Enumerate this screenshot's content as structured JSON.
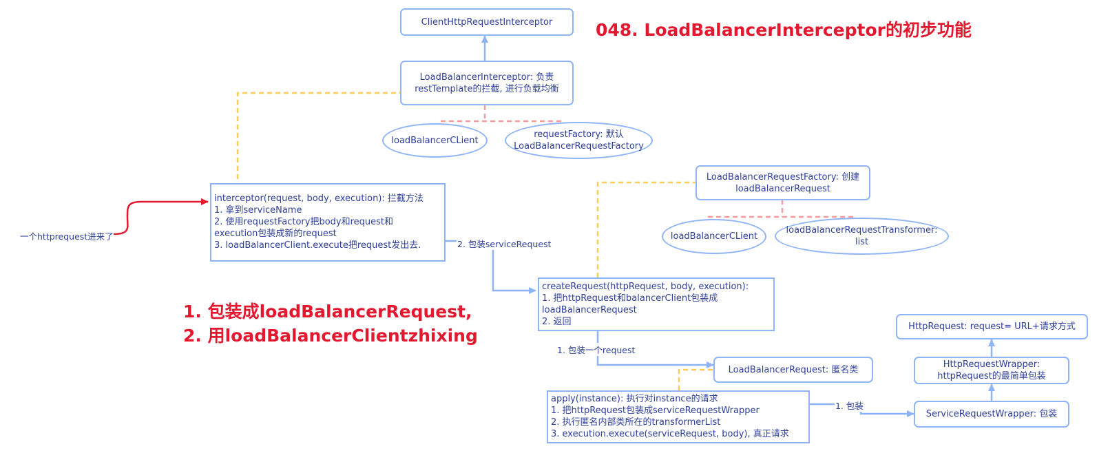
{
  "title": "048. LoadBalancerInterceptor的初步功能",
  "notes": [
    "1. 包装成loadBalancerRequest,",
    "2. 用loadBalancerClientzhixing"
  ],
  "nodes": {
    "client_http_request_interceptor": "ClientHttpRequestInterceptor",
    "load_balancer_interceptor": [
      "LoadBalancerInterceptor: 负责",
      "restTemplate的拦截, 进行负载均衡"
    ],
    "load_balancer_client_1": "loadBalancerCLient",
    "request_factory_default": [
      "requestFactory: 默认",
      "LoadBalancerRequestFactory"
    ],
    "intercept_method": [
      "interceptor(request, body, execution): 拦截方法",
      "1. 拿到serviceName",
      "2. 使用requestFactory把body和request和",
      "execution包装成新的request",
      "3. loadBalancerClient.execute把request发出去."
    ],
    "incoming_label": "一个httprequest进来了",
    "request_factory_create": [
      "LoadBalancerRequestFactory: 创建",
      "loadBalancerRequest"
    ],
    "load_balancer_client_2": "loadBalancerCLient",
    "transformer_list": [
      "loadBalancerRequestTransformer:",
      "list"
    ],
    "create_request": [
      "createRequest(httpRequest, body, execution):",
      "1. 把httpRequest和balancerClient包装成",
      "loadBalancerRequest",
      "2. 返回"
    ],
    "load_balancer_request": "LoadBalancerRequest: 匿名类",
    "apply_method": [
      "apply(instance): 执行对instance的请求",
      "1. 把httpRequest包装成serviceRequestWrapper",
      "2. 执行匿名内部类所在的transformerList",
      "3. execution.execute(serviceRequest, body), 真正请求"
    ],
    "http_request": "HttpRequest: request= URL+请求方式",
    "http_request_wrapper": [
      "HttpRequestWrapper:",
      "httpRequest的最简单包装"
    ],
    "service_request_wrapper": "ServiceRequestWrapper: 包装"
  },
  "edges": {
    "wrap_service_request": "2. 包装serviceRequest",
    "wrap_a_request": "1. 包装一个request",
    "wrap": "1. 包装"
  },
  "colors": {
    "box_border": "#8fb4f6",
    "text": "#2d3e9a",
    "title_red": "#e3182f",
    "dashed_yellow": "#f8cc55",
    "dashed_pink": "#f59d9d",
    "red_arrow": "#e3182f",
    "arrow_blue": "#8fb4f6"
  }
}
